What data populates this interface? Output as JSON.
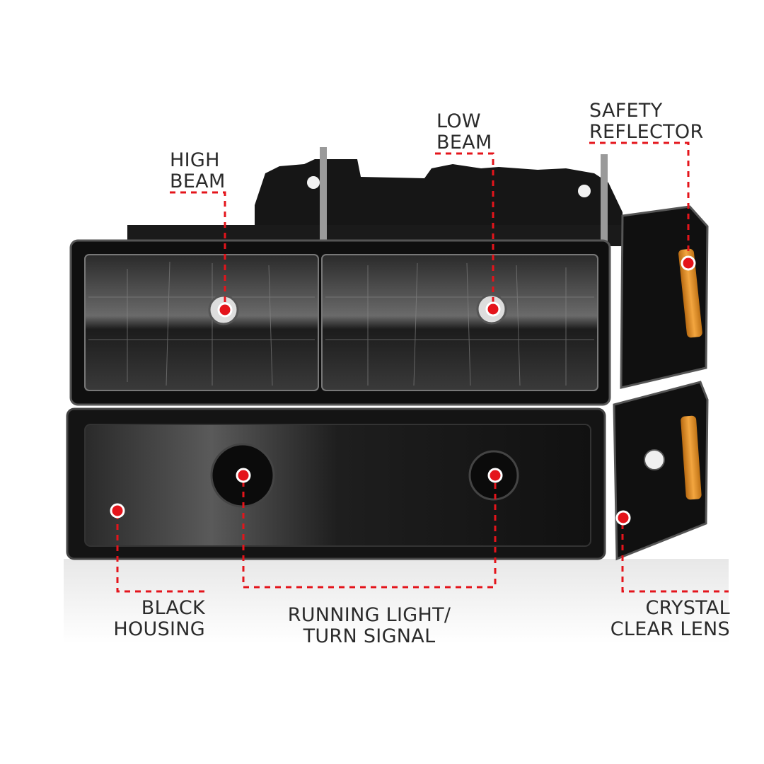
{
  "callouts": {
    "high_beam": [
      "HIGH",
      "BEAM"
    ],
    "low_beam": [
      "LOW",
      "BEAM"
    ],
    "safety_reflector": [
      "SAFETY",
      "REFLECTOR"
    ],
    "black_housing": [
      "BLACK",
      "HOUSING"
    ],
    "running_light": [
      "RUNNING LIGHT/",
      "TURN SIGNAL"
    ],
    "crystal_clear_lens": [
      "CRYSTAL",
      "CLEAR LENS"
    ]
  },
  "colors": {
    "accent": "#e4141b",
    "housing": "#141414",
    "amber": "#e8912a",
    "text": "#2b2b2b"
  }
}
